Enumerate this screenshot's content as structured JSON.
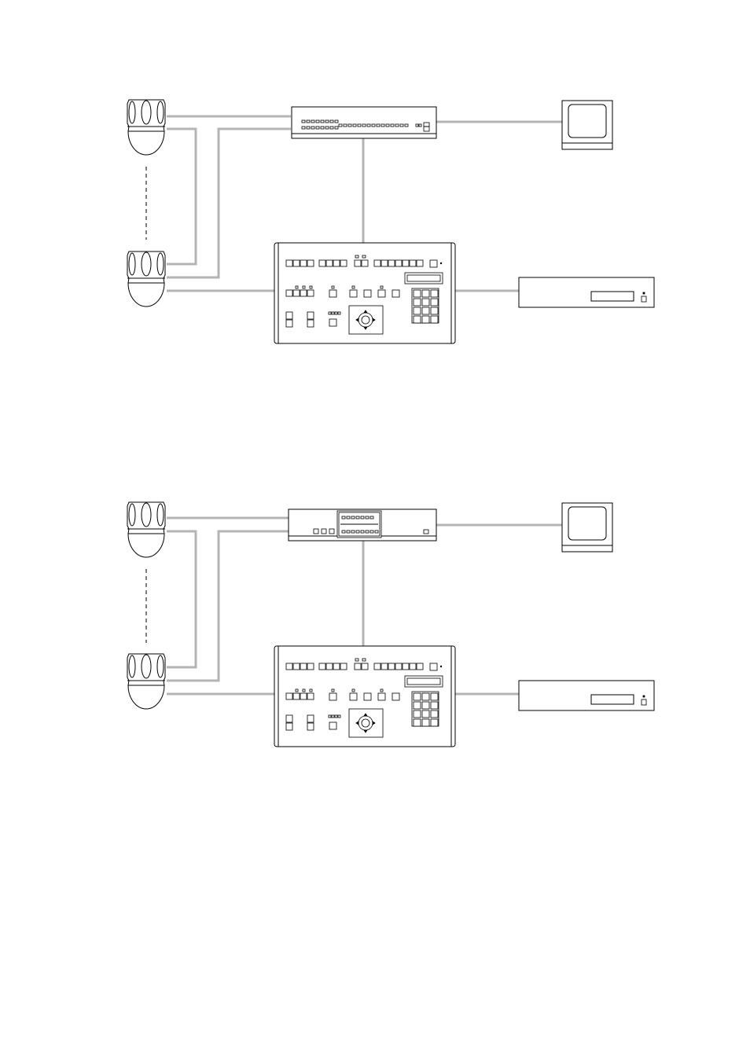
{
  "diagram": {
    "systems": [
      {
        "id": "system-1",
        "switcher_variant": "matrix-switcher",
        "cameras": [
          "dome-camera",
          "dome-camera"
        ],
        "devices": [
          "video-switcher",
          "system-controller",
          "video-monitor",
          "video-recorder"
        ],
        "connections": [
          [
            "camera-1",
            "video-switcher"
          ],
          [
            "camera-n",
            "video-switcher"
          ],
          [
            "camera-1",
            "system-controller"
          ],
          [
            "camera-n",
            "system-controller"
          ],
          [
            "video-switcher",
            "video-monitor"
          ],
          [
            "video-switcher",
            "system-controller"
          ],
          [
            "system-controller",
            "video-recorder"
          ]
        ]
      },
      {
        "id": "system-2",
        "switcher_variant": "multiplexer",
        "cameras": [
          "dome-camera",
          "dome-camera"
        ],
        "devices": [
          "video-switcher",
          "system-controller",
          "video-monitor",
          "video-recorder"
        ],
        "connections": [
          [
            "camera-1",
            "video-switcher"
          ],
          [
            "camera-n",
            "video-switcher"
          ],
          [
            "camera-1",
            "system-controller"
          ],
          [
            "camera-n",
            "system-controller"
          ],
          [
            "video-switcher",
            "video-monitor"
          ],
          [
            "video-switcher",
            "system-controller"
          ],
          [
            "system-controller",
            "video-recorder"
          ]
        ]
      }
    ],
    "colors": {
      "cable": "#b4b4b4",
      "ink": "#000000",
      "background": "#ffffff"
    }
  }
}
